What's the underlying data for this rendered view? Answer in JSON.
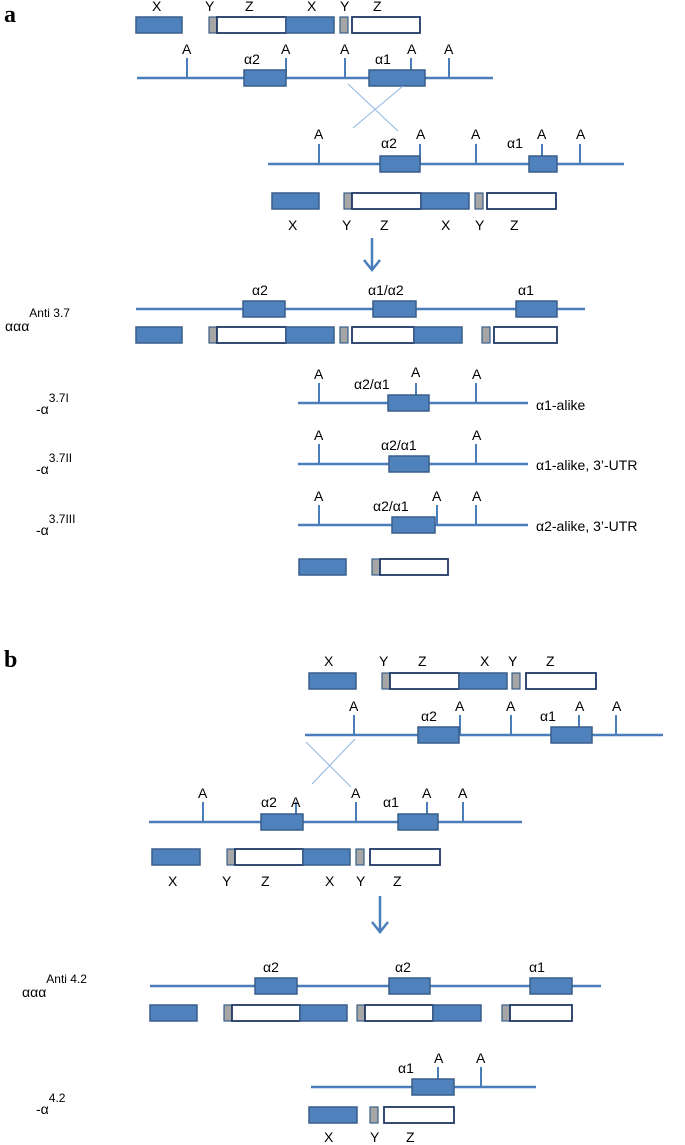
{
  "panels": {
    "a": {
      "label": "a"
    },
    "b": {
      "label": "b"
    }
  },
  "segment_labels": {
    "x": "X",
    "y": "Y",
    "z": "Z"
  },
  "site_label": "A",
  "gene_labels": {
    "alpha2": "α2",
    "alpha1": "α1",
    "alpha1_alpha2": "α1/α2",
    "alpha2_alpha1": "α2/α1"
  },
  "alleles": {
    "anti37": {
      "base": "ααα",
      "sup": "Anti 3.7"
    },
    "del37I": {
      "base": "-α",
      "sup": "3.7I",
      "desc": "α1-alike"
    },
    "del37II": {
      "base": "-α",
      "sup": "3.7II",
      "desc": "α1-alike, 3’-UTR"
    },
    "del37III": {
      "base": "-α",
      "sup": "3.7III",
      "desc": "α2-alike, 3’-UTR"
    },
    "anti42": {
      "base": "ααα",
      "sup": "Anti 4.2"
    },
    "del42": {
      "base": "-α",
      "sup": "4.2"
    }
  }
}
